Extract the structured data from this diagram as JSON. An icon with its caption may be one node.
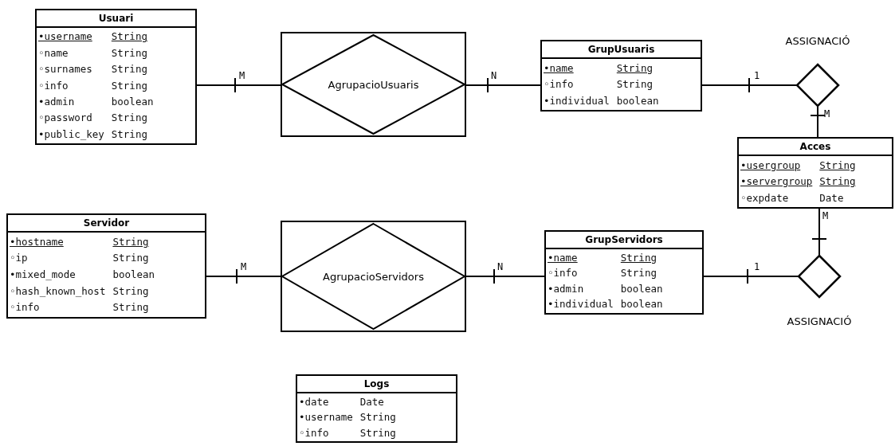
{
  "diagram": {
    "nodes": [
      {
        "text": [
          "Usuari",
          "•username",
          "String",
          "◦name",
          "String",
          "◦surnames",
          "String",
          "◦info",
          "String",
          "•admin",
          "boolean",
          "◦password",
          "String",
          "•public_key",
          "String"
        ]
      },
      {
        "text": [
          "AgrupacioUsuaris"
        ]
      },
      {
        "text": [
          "GrupUsuaris",
          "•name",
          "String",
          "◦info",
          "String",
          "•individual",
          "boolean"
        ]
      },
      {
        "text": [],
        "shape": "diamond",
        "beside": [
          "ASSIGNACIÓ"
        ]
      },
      {
        "text": [
          "Acces",
          "•usergroup",
          "String",
          "•servergroup",
          "String",
          "◦expdate",
          "Date"
        ]
      },
      {
        "text": [
          "Servidor",
          "•hostname",
          "String",
          "◦ip",
          "String",
          "•mixed_mode",
          "boolean",
          "◦hash_known_host",
          "String",
          "◦info",
          "String"
        ]
      },
      {
        "text": [
          "AgrupacioServidors"
        ]
      },
      {
        "text": [
          "GrupServidors",
          "•name",
          "String",
          "◦info",
          "String",
          "•admin",
          "boolean",
          "•individual",
          "boolean"
        ]
      },
      {
        "text": [],
        "shape": "diamond",
        "beside": [
          "ASSIGNACIÓ"
        ]
      },
      {
        "text": [
          "Logs",
          "•date",
          "Date",
          "•username",
          "String",
          "◦info",
          "String"
        ]
      }
    ],
    "edges": [
      {
        "from": 0,
        "to": 1,
        "arrow": "other",
        "label": "M"
      },
      {
        "from": 2,
        "to": 1,
        "arrow": "other",
        "label": "N"
      },
      {
        "from": 2,
        "to": 3,
        "arrow": "other",
        "label": "1"
      },
      {
        "from": 4,
        "to": 3,
        "arrow": "other",
        "label": "M"
      },
      {
        "from": 5,
        "to": 6,
        "arrow": "other",
        "label": "M"
      },
      {
        "from": 7,
        "to": 6,
        "arrow": "other",
        "label": "N"
      },
      {
        "from": 7,
        "to": 8,
        "arrow": "other",
        "label": "1"
      },
      {
        "from": 4,
        "to": 8,
        "arrow": "other",
        "label": "M"
      }
    ]
  }
}
